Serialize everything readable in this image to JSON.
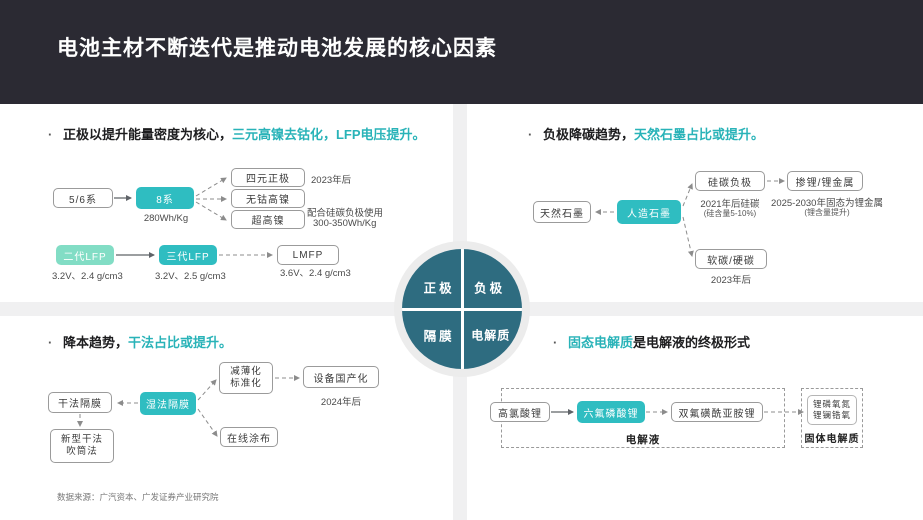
{
  "header": {
    "title": "电池主材不断迭代是推动电池发展的核心因素"
  },
  "center_wheel": {
    "cathode": "正极",
    "anode": "负极",
    "separator": "隔膜",
    "electrolyte": "电解质"
  },
  "cathode": {
    "bullet": {
      "plain": "正极以提升能量密度为核心，",
      "accent": "三元高镍去钴化，LFP电压提升。"
    },
    "gen56": "5/6系",
    "gen8": "8系",
    "gen8_sub": "280Wh/Kg",
    "quad": "四元正极",
    "quad_note": "2023年后",
    "cobalt_free": "无钴高镍",
    "ultra_high_ni": "超高镍",
    "ultra_note1": "配合硅碳负极使用",
    "ultra_note2": "300-350Wh/Kg",
    "lfp2": "二代LFP",
    "lfp2_sub": "3.2V、2.4 g/cm3",
    "lfp3": "三代LFP",
    "lfp3_sub": "3.2V、2.5 g/cm3",
    "lmfp": "LMFP",
    "lmfp_sub": "3.6V、2.4 g/cm3"
  },
  "anode": {
    "bullet": {
      "plain": "负极降碳趋势，",
      "accent": "天然石墨占比或提升。"
    },
    "natural": "天然石墨",
    "artificial": "人造石墨",
    "si_c": "硅碳负极",
    "si_c_note1": "2021年后硅碳",
    "si_c_note2": "(硅含量5-10%)",
    "li_metal": "掺锂/锂金属",
    "li_metal_note1": "2025-2030年固态为锂金属",
    "li_metal_note2": "(锂含量提升)",
    "soft_hard": "软碳/硬碳",
    "soft_hard_note": "2023年后"
  },
  "separator": {
    "bullet": {
      "plain": "降本趋势，",
      "accent": "干法占比或提升。"
    },
    "dry": "干法隔膜",
    "wet": "湿法隔膜",
    "thin1": "减薄化",
    "thin2": "标准化",
    "domestic": "设备国产化",
    "domestic_note": "2024年后",
    "online": "在线涂布",
    "new_dry1": "新型干法",
    "new_dry2": "吹筒法"
  },
  "electrolyte": {
    "bullet": {
      "accent": "固态电解质",
      "plain": "是电解液的终极形式"
    },
    "liclo4": "高氯酸锂",
    "lipf6": "六氟磷酸锂",
    "lifsi": "双氟磺酰亚胺锂",
    "liquid_label": "电解液",
    "solid1": "锂磷氧氮",
    "solid2": "锂镧锆氧",
    "solid_label": "固体电解质"
  },
  "footer": {
    "source": "数据来源：广汽资本、广发证券产业研究院"
  },
  "colors": {
    "accent_teal": "#29b3b8",
    "teal_box": "#2fbdc1",
    "mint_box": "#82ddc5",
    "wheel_teal": "#2e6c80",
    "header_bg": "#2b2a33",
    "band_gray": "#f0f0f1"
  }
}
